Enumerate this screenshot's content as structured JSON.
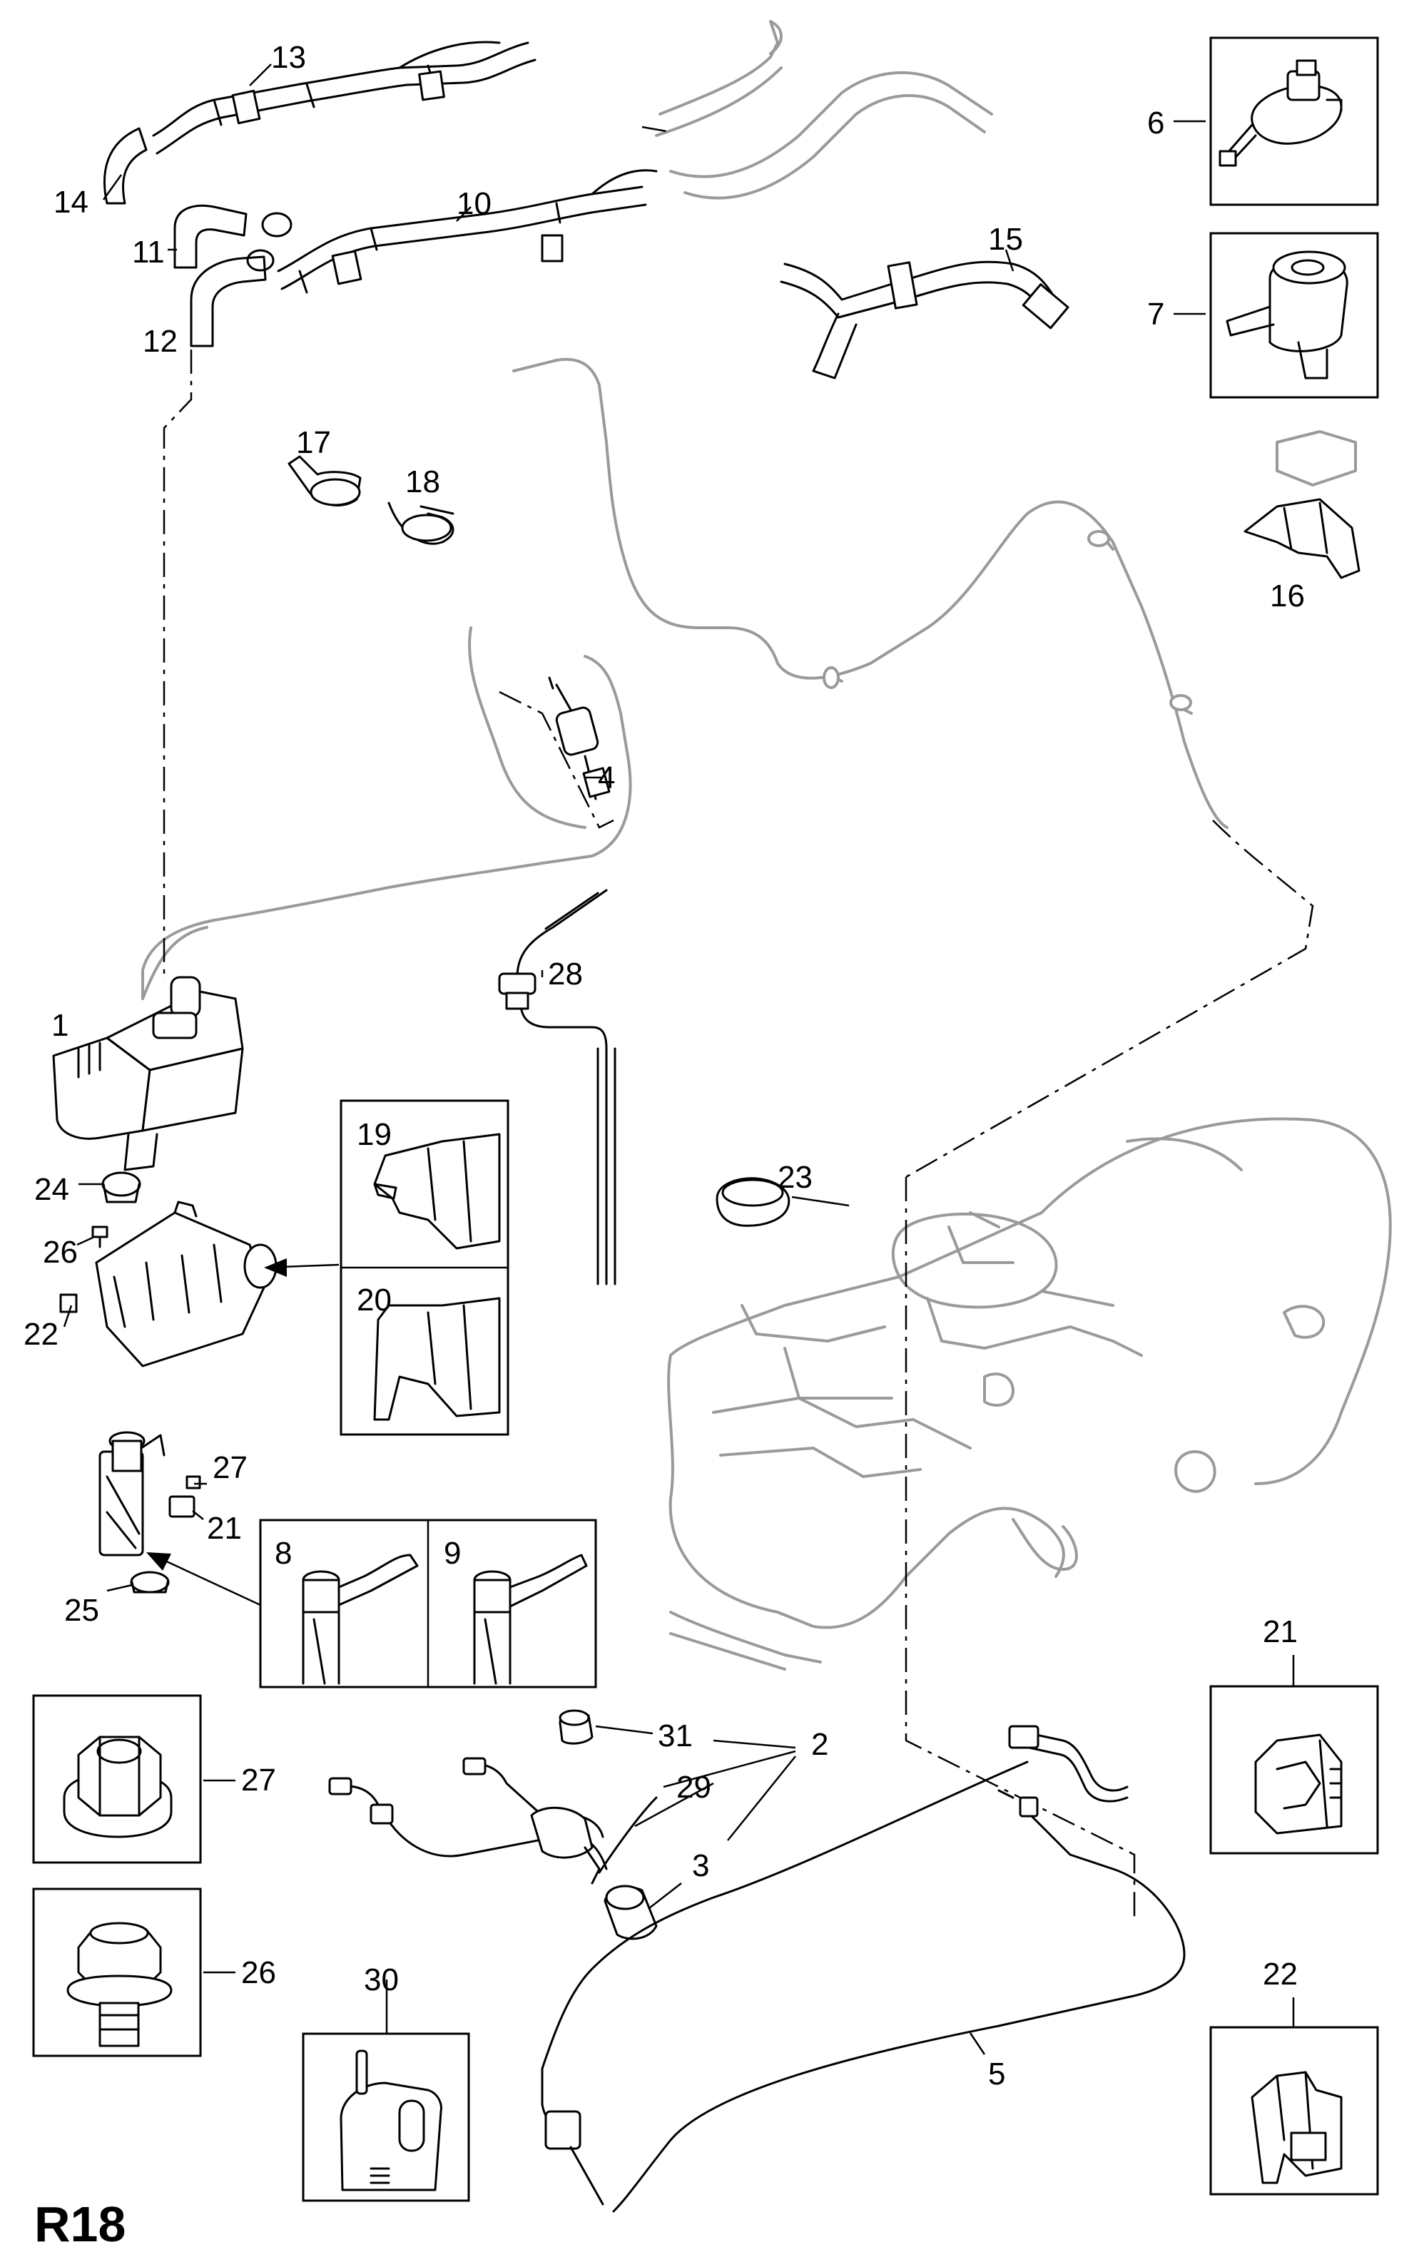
{
  "diagram_id": "R18",
  "callouts": {
    "c1": "1",
    "c2": "2",
    "c3": "3",
    "c4": "4",
    "c5": "5",
    "c6": "6",
    "c7": "7",
    "c8": "8",
    "c9": "9",
    "c10": "10",
    "c11": "11",
    "c12": "12",
    "c13": "13",
    "c14": "14",
    "c15": "15",
    "c16": "16",
    "c17": "17",
    "c18": "18",
    "c19": "19",
    "c20": "20",
    "c21": "21",
    "c21b": "21",
    "c22": "22",
    "c22b": "22",
    "c23": "23",
    "c24": "24",
    "c25": "25",
    "c26": "26",
    "c26b": "26",
    "c27": "27",
    "c27b": "27",
    "c28": "28",
    "c29": "29",
    "c30": "30",
    "c31": "31"
  }
}
